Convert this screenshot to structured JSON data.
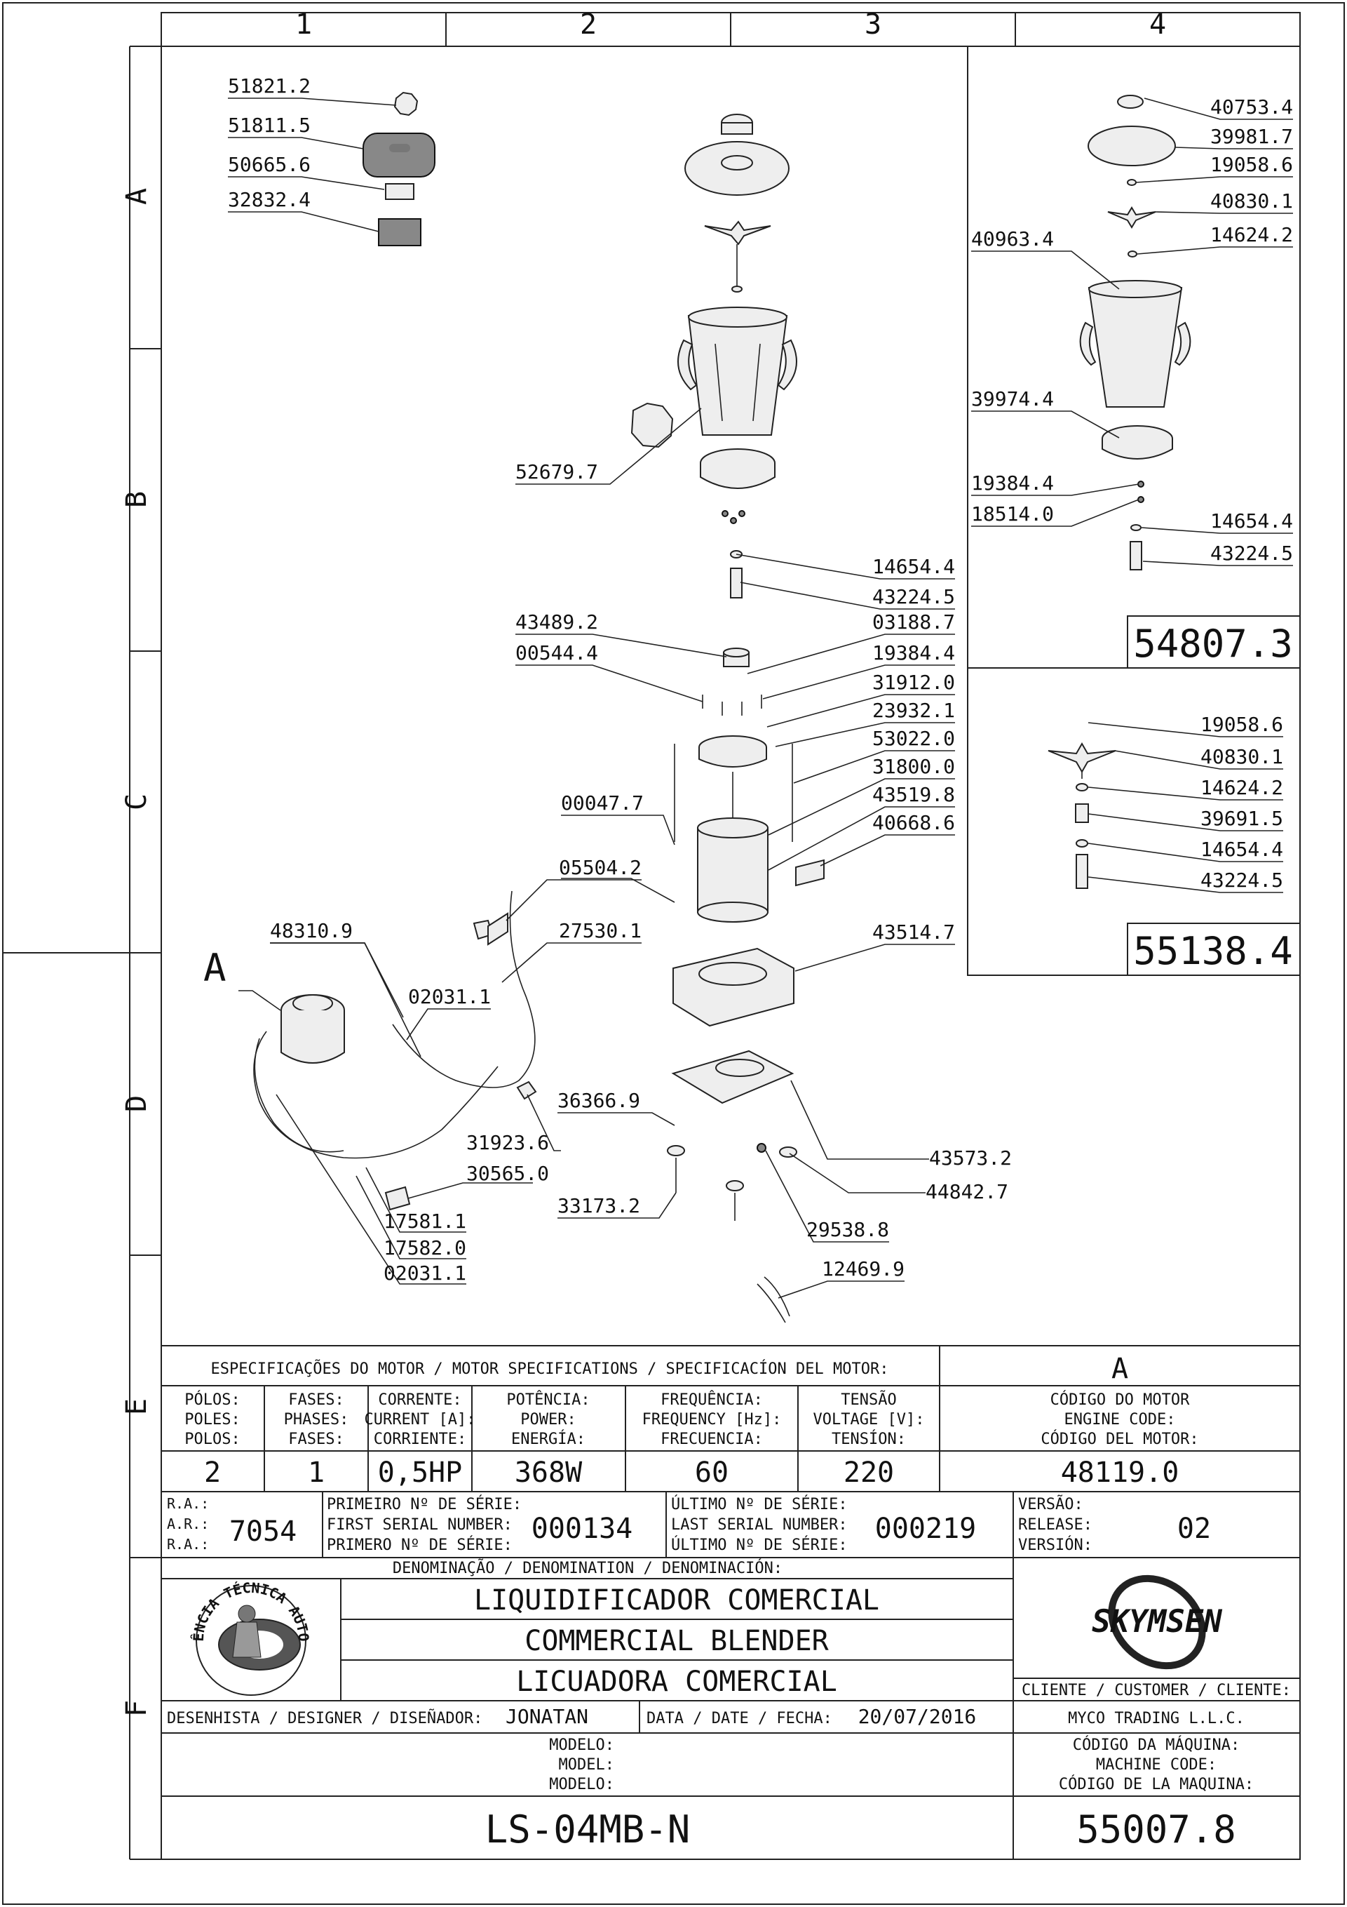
{
  "grid": {
    "columns": [
      "1",
      "2",
      "3",
      "4"
    ],
    "rows": [
      "A",
      "B",
      "C",
      "D",
      "E",
      "F"
    ]
  },
  "callouts": {
    "c51821_2": "51821.2",
    "c51811_5": "51811.5",
    "c50665_6": "50665.6",
    "c32832_4": "32832.4",
    "c52679_7": "52679.7",
    "c14654_4": "14654.4",
    "c43224_5": "43224.5",
    "c43489_2": "43489.2",
    "c03188_7": "03188.7",
    "c00544_4": "00544.4",
    "c19384_4": "19384.4",
    "c31912_0": "31912.0",
    "c23932_1": "23932.1",
    "c53022_0": "53022.0",
    "c31800_0": "31800.0",
    "c00047_7": "00047.7",
    "c43519_8": "43519.8",
    "c40668_6": "40668.6",
    "c05504_2": "05504.2",
    "c48310_9": "48310.9",
    "c27530_1": "27530.1",
    "c02031_1a": "02031.1",
    "c43514_7": "43514.7",
    "c36366_9": "36366.9",
    "c31923_6": "31923.6",
    "c30565_0": "30565.0",
    "c43573_2": "43573.2",
    "c44842_7": "44842.7",
    "c33173_2": "33173.2",
    "c17581_1": "17581.1",
    "c29538_8": "29538.8",
    "c17582_0": "17582.0",
    "c02031_1b": "02031.1",
    "c12469_9": "12469.9",
    "detail_letter": "A",
    "r40753_4": "40753.4",
    "r39981_7": "39981.7",
    "r19058_6": "19058.6",
    "r40830_1": "40830.1",
    "r40963_4": "40963.4",
    "r14624_2": "14624.2",
    "r39974_4": "39974.4",
    "r19384_4": "19384.4",
    "r18514_0": "18514.0",
    "r14654_4": "14654.4",
    "r43224_5": "43224.5",
    "kit1_code": "54807.3",
    "k19058_6": "19058.6",
    "k40830_1": "40830.1",
    "k14624_2": "14624.2",
    "k39691_5": "39691.5",
    "k14654_4": "14654.4",
    "k43224_5": "43224.5",
    "kit2_code": "55138.4"
  },
  "specs": {
    "title": "ESPECIFICAÇÕES DO MOTOR / MOTOR SPECIFICATIONS / SPECIFICACÍON DEL MOTOR:",
    "variant": "A",
    "headers": [
      [
        "PÓLOS:",
        "POLES:",
        "POLOS:"
      ],
      [
        "FASES:",
        "PHASES:",
        "FASES:"
      ],
      [
        "CORRENTE:",
        "CURRENT [A]:",
        "CORRIENTE:"
      ],
      [
        "POTÊNCIA:",
        "POWER:",
        "ENERGÍA:"
      ],
      [
        "FREQUÊNCIA:",
        "FREQUENCY [Hz]:",
        "FRECUENCIA:"
      ],
      [
        "TENSÃO",
        "VOLTAGE [V]:",
        "TENSÍON:"
      ],
      [
        "CÓDIGO DO MOTOR",
        "ENGINE CODE:",
        "CÓDIGO DEL MOTOR:"
      ]
    ],
    "values": [
      "2",
      "1",
      "0,5HP",
      "368W",
      "60",
      "220",
      "48119.0"
    ]
  },
  "serials": {
    "ra_labels": [
      "R.A.:",
      "A.R.:",
      "R.A.:"
    ],
    "ra_value": "7054",
    "first_labels": [
      "PRIMEIRO Nº DE SÉRIE:",
      "FIRST SERIAL NUMBER:",
      "PRIMERO Nº DE SÉRIE:"
    ],
    "first_value": "000134",
    "last_labels": [
      "ÚLTIMO Nº DE SÉRIE:",
      "LAST SERIAL NUMBER:",
      "ÚLTIMO Nº DE SÉRIE:"
    ],
    "last_value": "000219",
    "version_labels": [
      "VERSÃO:",
      "RELEASE:",
      "VERSIÓN:"
    ],
    "version_value": "02"
  },
  "title_block": {
    "denomination_label": "DENOMINAÇÃO / DENOMINATION / DENOMINACIÓN:",
    "name_pt": "LIQUIDIFICADOR COMERCIAL",
    "name_en": "COMMERCIAL BLENDER",
    "name_es": "LICUADORA COMERCIAL",
    "logo_text": "ASSISTÊNCIA TÉCNICA AUTORIZADA",
    "brand": "SKYMSEN",
    "customer_label": "CLIENTE / CUSTOMER / CLIENTE:",
    "customer_value": "MYCO TRADING L.L.C.",
    "designer_label": "DESENHISTA / DESIGNER / DISEÑADOR:",
    "designer_value": "JONATAN",
    "date_label": "DATA / DATE / FECHA:",
    "date_value": "20/07/2016",
    "model_labels": [
      "MODELO:",
      "MODEL:",
      "MODELO:"
    ],
    "model_value": "LS-04MB-N",
    "machine_code_labels": [
      "CÓDIGO DA MÁQUINA:",
      "MACHINE CODE:",
      "CÓDIGO DE LA MAQUINA:"
    ],
    "machine_code_value": "55007.8"
  }
}
